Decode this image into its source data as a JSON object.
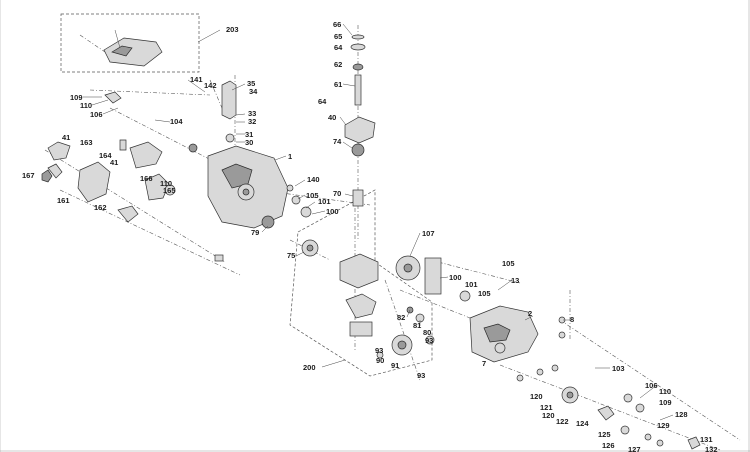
{
  "callouts": [
    {
      "text": "203"
    },
    {
      "text": "141"
    },
    {
      "text": "142"
    },
    {
      "text": "109"
    },
    {
      "text": "110"
    },
    {
      "text": "106"
    },
    {
      "text": "104"
    },
    {
      "text": "35"
    },
    {
      "text": "34"
    },
    {
      "text": "33"
    },
    {
      "text": "32"
    },
    {
      "text": "31"
    },
    {
      "text": "30"
    },
    {
      "text": "41"
    },
    {
      "text": "163"
    },
    {
      "text": "164"
    },
    {
      "text": "41"
    },
    {
      "text": "167"
    },
    {
      "text": "166"
    },
    {
      "text": "110"
    },
    {
      "text": "165"
    },
    {
      "text": "161"
    },
    {
      "text": "162"
    },
    {
      "text": "1"
    },
    {
      "text": "140"
    },
    {
      "text": "105"
    },
    {
      "text": "101"
    },
    {
      "text": "100"
    },
    {
      "text": "70"
    },
    {
      "text": "79"
    },
    {
      "text": "75"
    },
    {
      "text": "66"
    },
    {
      "text": "65"
    },
    {
      "text": "64"
    },
    {
      "text": "62"
    },
    {
      "text": "61"
    },
    {
      "text": "64"
    },
    {
      "text": "40"
    },
    {
      "text": "74"
    },
    {
      "text": "107"
    },
    {
      "text": "105"
    },
    {
      "text": "100"
    },
    {
      "text": "101"
    },
    {
      "text": "13"
    },
    {
      "text": "105"
    },
    {
      "text": "2"
    },
    {
      "text": "8"
    },
    {
      "text": "82"
    },
    {
      "text": "81"
    },
    {
      "text": "80"
    },
    {
      "text": "93"
    },
    {
      "text": "93"
    },
    {
      "text": "90"
    },
    {
      "text": "91"
    },
    {
      "text": "93"
    },
    {
      "text": "7"
    },
    {
      "text": "200"
    },
    {
      "text": "103"
    },
    {
      "text": "106"
    },
    {
      "text": "110"
    },
    {
      "text": "109"
    },
    {
      "text": "120"
    },
    {
      "text": "121"
    },
    {
      "text": "120"
    },
    {
      "text": "122"
    },
    {
      "text": "124"
    },
    {
      "text": "128"
    },
    {
      "text": "129"
    },
    {
      "text": "125"
    },
    {
      "text": "126"
    },
    {
      "text": "127"
    },
    {
      "text": "131"
    },
    {
      "text": "132"
    }
  ]
}
